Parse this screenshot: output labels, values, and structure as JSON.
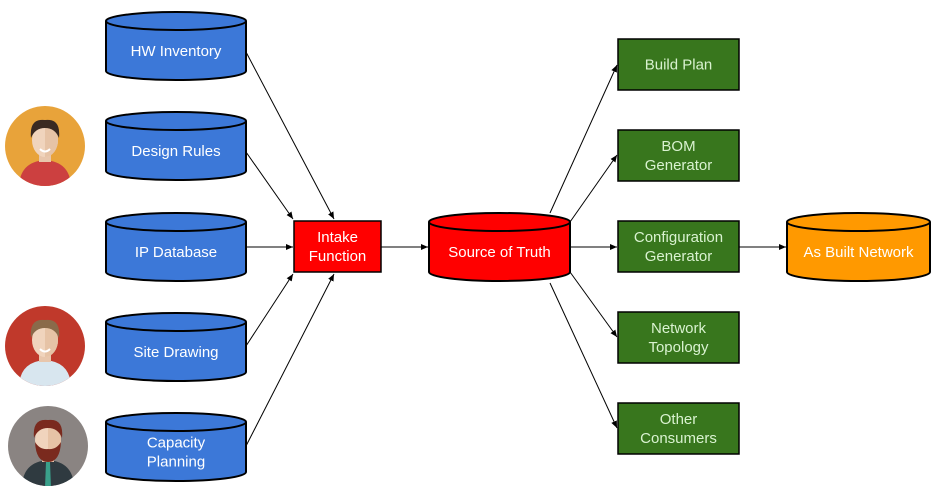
{
  "colors": {
    "source_db": "#3c78d8",
    "intake": "#ff0000",
    "truth": "#ff0000",
    "consumer": "#38761d",
    "as_built": "#ff9900",
    "stroke": "#000000",
    "edge": "#000000"
  },
  "sources": [
    {
      "id": "hw",
      "lines": [
        "HW Inventory"
      ]
    },
    {
      "id": "design",
      "lines": [
        "Design Rules"
      ]
    },
    {
      "id": "ip",
      "lines": [
        "IP Database"
      ]
    },
    {
      "id": "site",
      "lines": [
        "Site Drawing"
      ]
    },
    {
      "id": "capacity",
      "lines": [
        "Capacity",
        "Planning"
      ]
    }
  ],
  "avatars": [
    {
      "id": "avatar-1",
      "bg": "#e8a33a",
      "shirt": "#cc4040",
      "hair": "#3a2a22"
    },
    {
      "id": "avatar-2",
      "bg": "#c0392b",
      "shirt": "#d8e6ef",
      "hair": "#8a6a4a"
    },
    {
      "id": "avatar-3",
      "bg": "#8a8482",
      "shirt": "#2f3a40",
      "hair": "#7a2a1e"
    }
  ],
  "intake": {
    "lines": [
      "Intake",
      "Function"
    ]
  },
  "truth": {
    "lines": [
      "Source of Truth"
    ]
  },
  "consumers": [
    {
      "id": "build",
      "lines": [
        "Build Plan"
      ]
    },
    {
      "id": "bom",
      "lines": [
        "BOM",
        "Generator"
      ]
    },
    {
      "id": "config",
      "lines": [
        "Configuration",
        "Generator"
      ]
    },
    {
      "id": "topology",
      "lines": [
        "Network",
        "Topology"
      ]
    },
    {
      "id": "other",
      "lines": [
        "Other",
        "Consumers"
      ]
    }
  ],
  "as_built": {
    "lines": [
      "As Built Network"
    ]
  }
}
